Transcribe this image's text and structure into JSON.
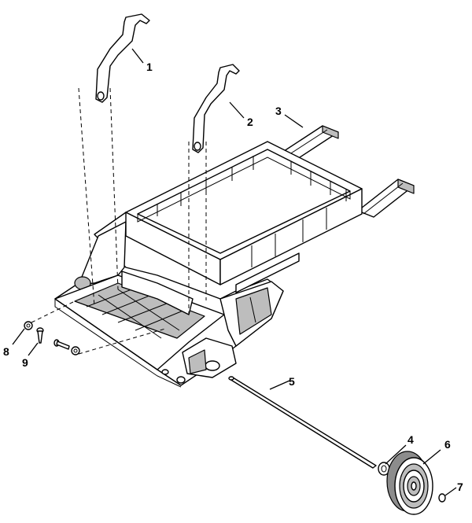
{
  "callouts": {
    "c1": "1",
    "c2": "2",
    "c3": "3",
    "c4": "4",
    "c5": "5",
    "c6": "6",
    "c7": "7",
    "c8": "8",
    "c9": "9"
  },
  "colors": {
    "line": "#000000",
    "shade": "#bdbdbd",
    "dark_shade": "#8c8c8c",
    "background": "#ffffff"
  }
}
